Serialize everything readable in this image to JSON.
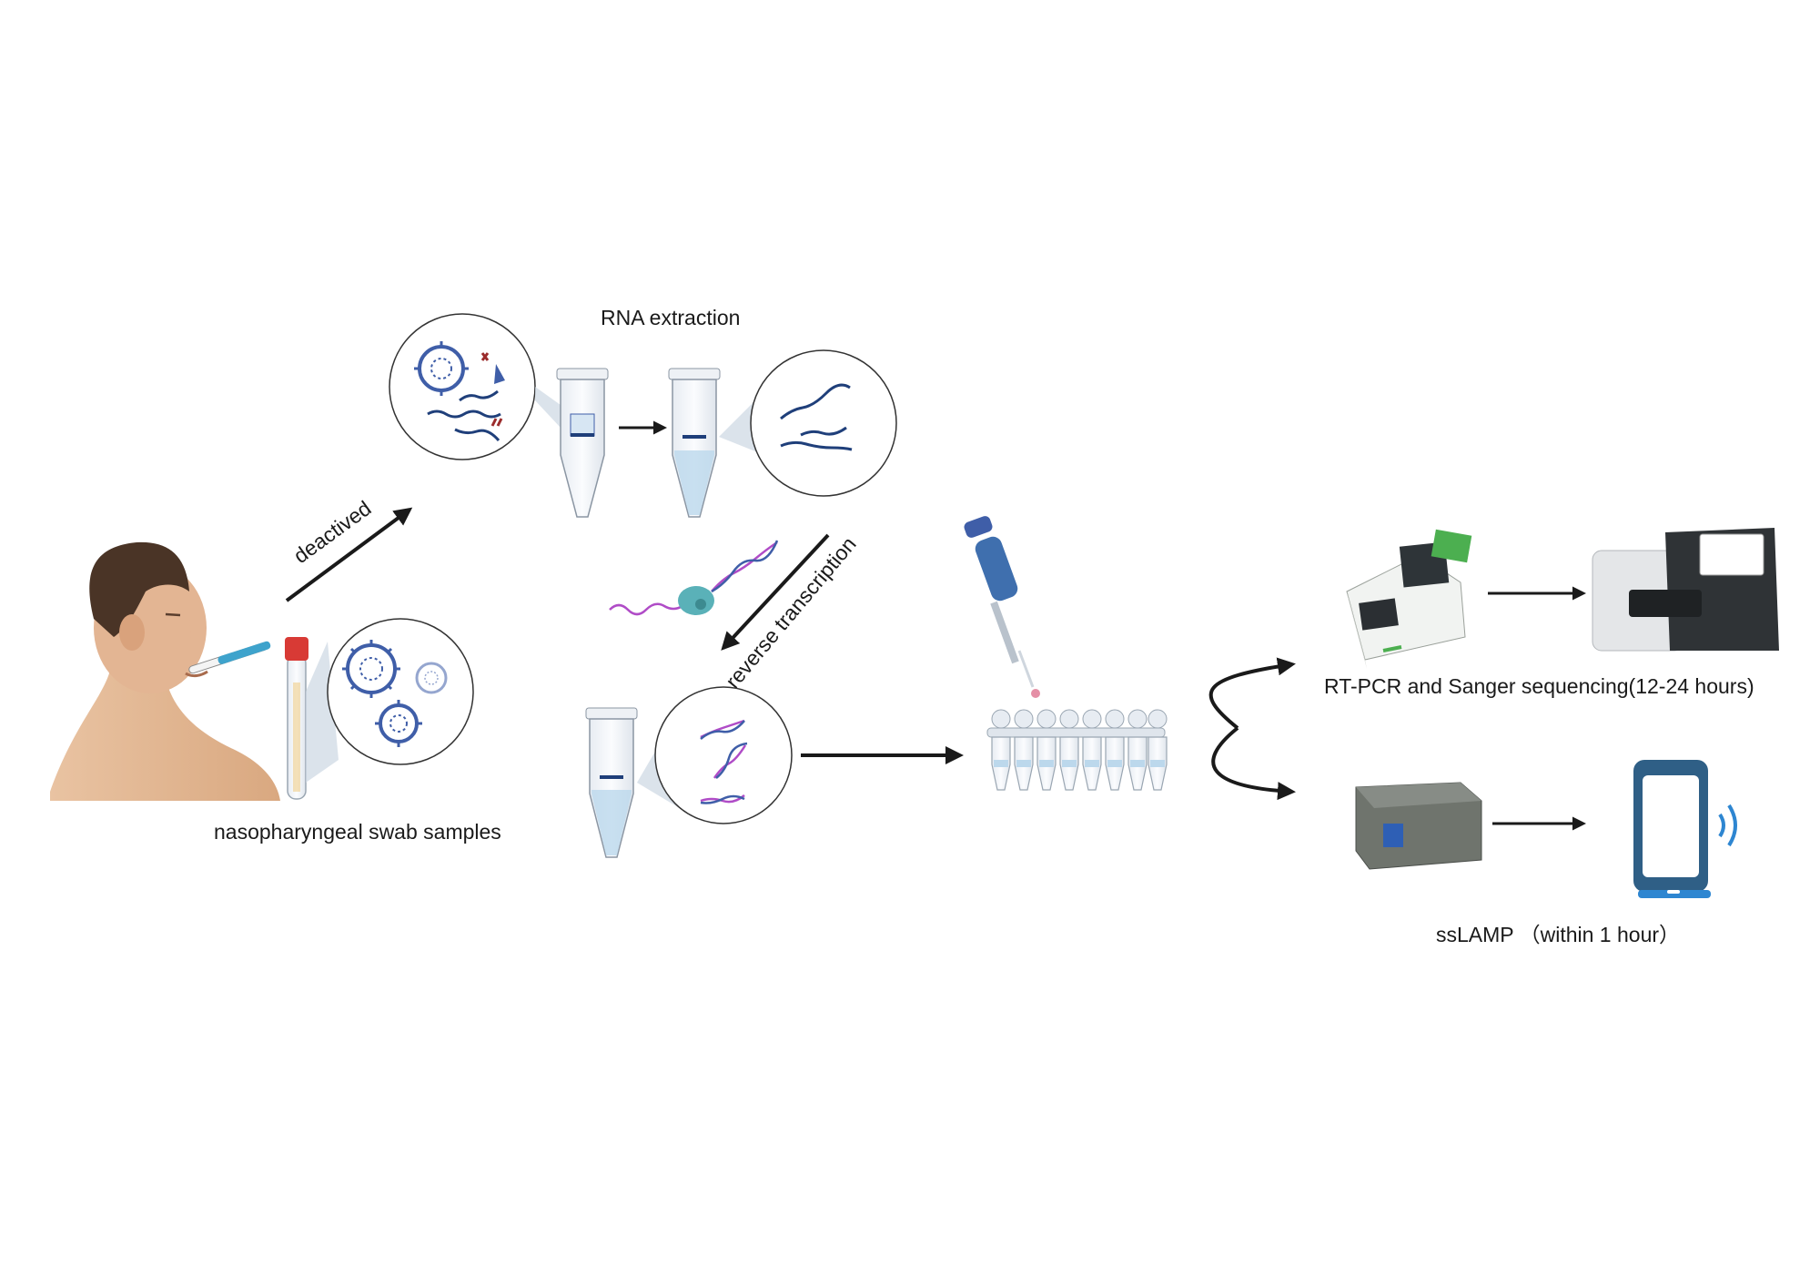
{
  "labels": {
    "rna_extraction": "RNA extraction",
    "deactived": "deactived",
    "reverse_transcription": "reverse transcription",
    "swab_samples": "nasopharyngeal swab samples",
    "rtpcr": "RT-PCR and Sanger sequencing(12-24 hours)",
    "sslamp": "ssLAMP （within 1 hour）"
  },
  "colors": {
    "virus_blue": "#3f5ea8",
    "rna_navy": "#1f3f7a",
    "primer_purple": "#b04cc7",
    "enzyme_teal": "#5ab1b8",
    "tube_liquid": "#bcd8ec",
    "cap_red": "#d83a35",
    "pcr_green": "#4caf50",
    "device_grey": "#6f746d",
    "phone_blue": "#2f5f86",
    "signal_blue": "#2e86d1"
  }
}
